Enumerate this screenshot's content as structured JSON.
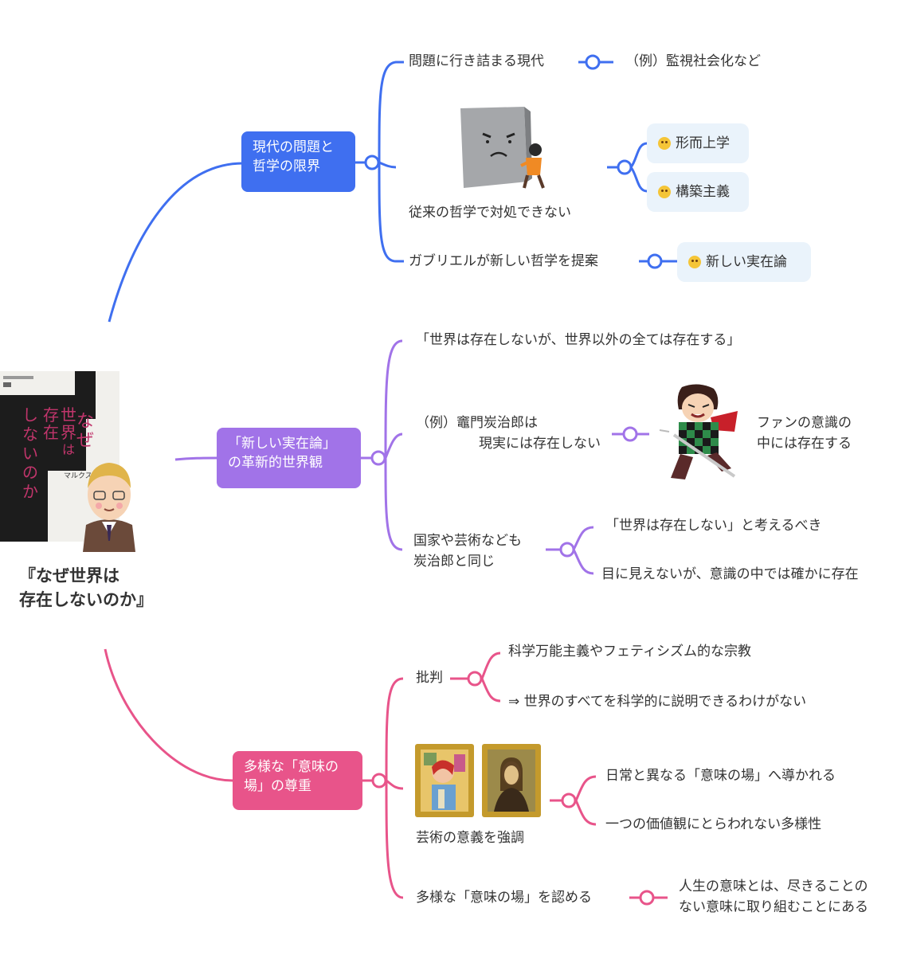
{
  "colors": {
    "blue": "#3f6ff0",
    "purple": "#a173e8",
    "pink": "#e8548a",
    "pill_bg": "#eaf3fb",
    "text": "#333333"
  },
  "root": {
    "title_lines": [
      "『なぜ世界は",
      "存在しないのか』"
    ],
    "book_cover": {
      "title_chars": [
        "な",
        "ぜ",
        "世",
        "界",
        "は",
        "存",
        "在",
        "し",
        "な",
        "い",
        "の",
        "か"
      ],
      "author": "マルクス"
    }
  },
  "branches": [
    {
      "label_lines": [
        "現代の問題と",
        "哲学の限界"
      ],
      "children": [
        {
          "text": "問題に行き詰まる現代",
          "child": "（例）監視社会化など"
        },
        {
          "text": "従来の哲学で対処できない",
          "illustration": "wall-blocking-person",
          "pills": [
            "形而上学",
            "構築主義"
          ],
          "pill_icon": "crying-face-icon"
        },
        {
          "text": "ガブリエルが新しい哲学を提案",
          "pills": [
            "新しい実在論"
          ],
          "pill_icon": "star-eyes-face-icon"
        }
      ]
    },
    {
      "label_lines": [
        "「新しい実在論」",
        "の革新的世界観"
      ],
      "children": [
        {
          "text": "「世界は存在しないが、世界以外の全ては存在する」"
        },
        {
          "text_lines": [
            "（例）竈門炭治郎は",
            "現実には存在しない"
          ],
          "illustration": "swordsman",
          "child_lines": [
            "ファンの意識の",
            "中には存在する"
          ]
        },
        {
          "text_lines": [
            "国家や芸術なども",
            "炭治郎と同じ"
          ],
          "children": [
            "「世界は存在しない」と考えるべき",
            "目に見えないが、意識の中では確かに存在"
          ]
        }
      ]
    },
    {
      "label_lines": [
        "多様な「意味の",
        "場」の尊重"
      ],
      "children": [
        {
          "text": "批判",
          "children": [
            "科学万能主義やフェティシズム的な宗教",
            "⇒ 世界のすべてを科学的に説明できるわけがない"
          ]
        },
        {
          "text": "芸術の意義を強調",
          "illustration": "two-paintings",
          "children": [
            "日常と異なる「意味の場」へ導かれる",
            "一つの価値観にとらわれない多様性"
          ]
        },
        {
          "text": "多様な「意味の場」を認める",
          "child_lines": [
            "人生の意味とは、尽きることの",
            "ない意味に取り組むことにある"
          ]
        }
      ]
    }
  ]
}
